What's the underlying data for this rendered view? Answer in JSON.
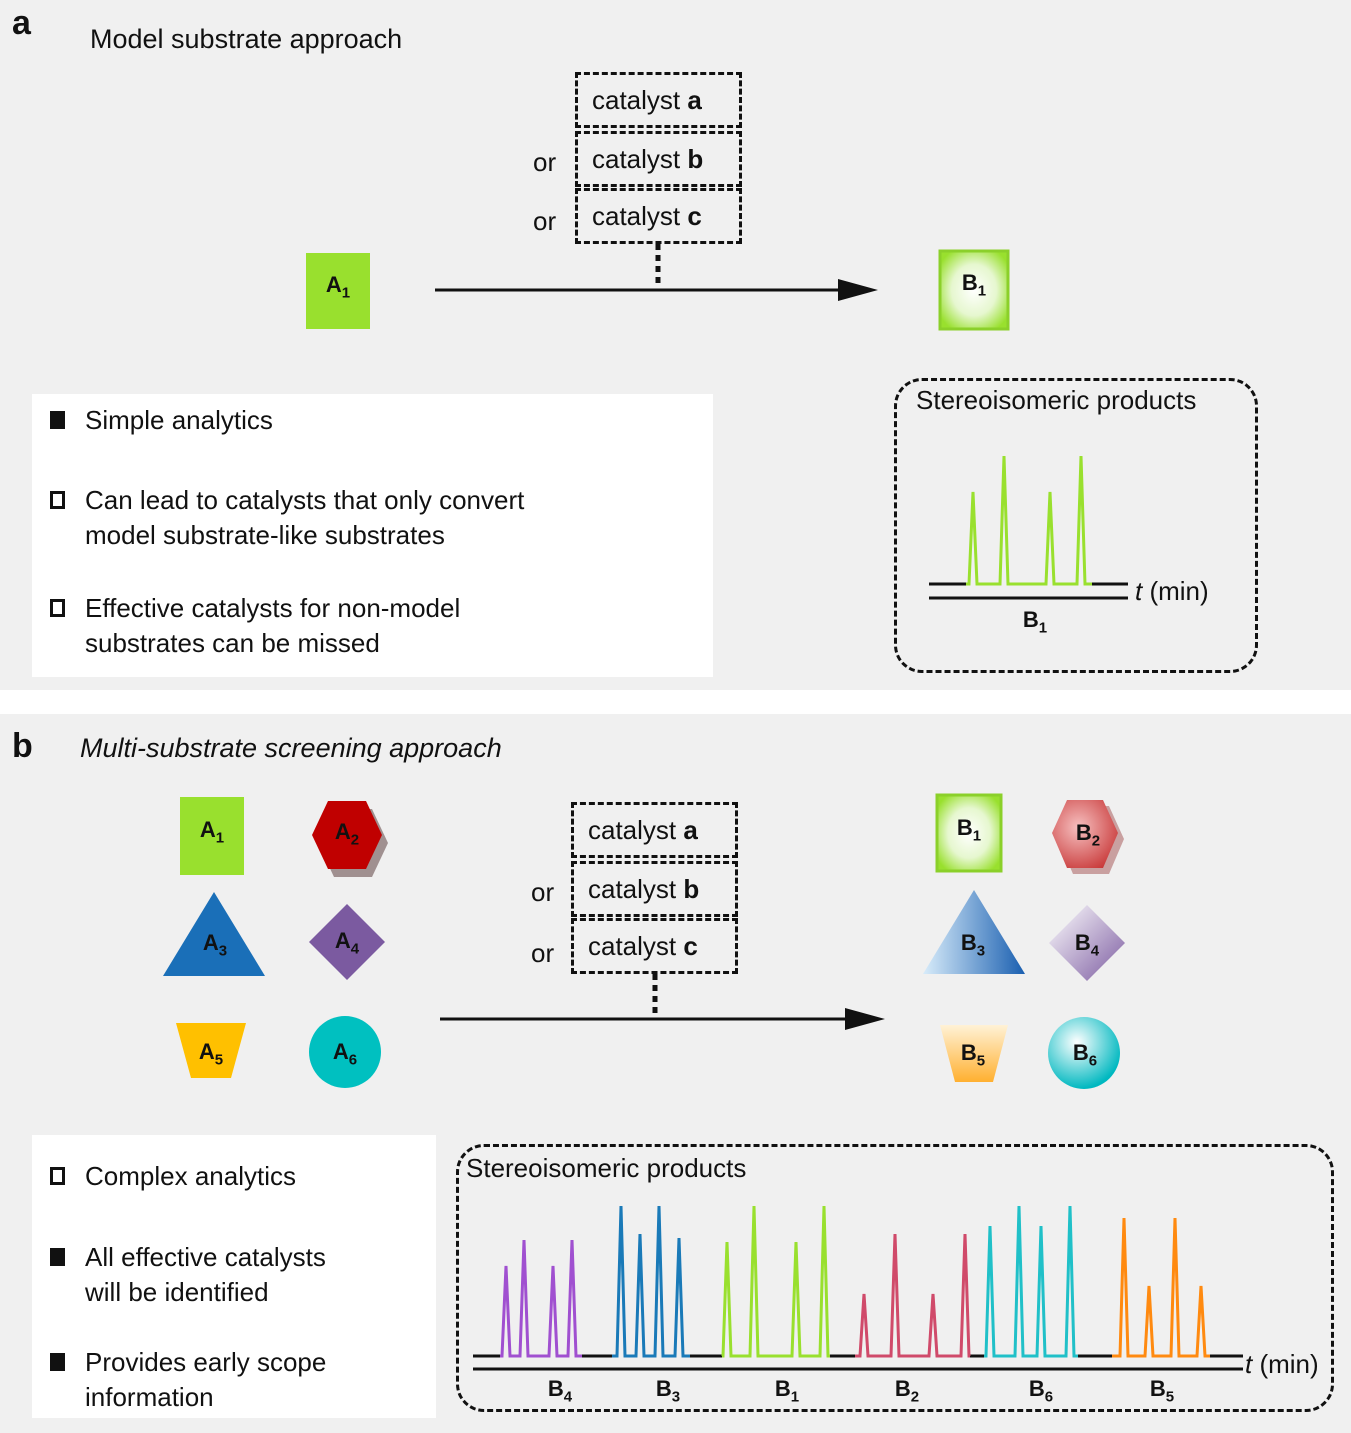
{
  "panel_a": {
    "label": "a",
    "title": "Model substrate approach",
    "catalysts": [
      {
        "prefix": "",
        "text": "catalyst ",
        "letter": "a"
      },
      {
        "prefix": "or",
        "text": "catalyst ",
        "letter": "b"
      },
      {
        "prefix": "or",
        "text": "catalyst ",
        "letter": "c"
      }
    ],
    "substrate": {
      "name": "A",
      "sub": "1",
      "color": "#99e02e"
    },
    "product": {
      "name": "B",
      "sub": "1",
      "color": "#99e02e"
    },
    "bullets": [
      {
        "style": "filled",
        "lines": [
          "Simple analytics"
        ]
      },
      {
        "style": "open",
        "lines": [
          "Can lead to catalysts that only convert",
          "model substrate-like substrates"
        ]
      },
      {
        "style": "open",
        "lines": [
          "Effective catalysts for non-model",
          "substrates can be missed"
        ]
      }
    ],
    "products_box": {
      "title": "Stereoisomeric products",
      "axis_var": "t",
      "axis_unit": " (min)",
      "trace_label": {
        "name": "B",
        "sub": "1"
      },
      "trace_color": "#99e02e"
    }
  },
  "panel_b": {
    "label": "b",
    "title": "Multi-substrate screening approach",
    "catalysts": [
      {
        "prefix": "",
        "text": "catalyst ",
        "letter": "a"
      },
      {
        "prefix": "or",
        "text": "catalyst ",
        "letter": "b"
      },
      {
        "prefix": "or",
        "text": "catalyst ",
        "letter": "c"
      }
    ],
    "substrates": [
      {
        "name": "A",
        "sub": "1",
        "shape": "square",
        "color": "#99e02e"
      },
      {
        "name": "A",
        "sub": "2",
        "shape": "hexagon",
        "color": "#c00000"
      },
      {
        "name": "A",
        "sub": "3",
        "shape": "triangle",
        "color": "#1a6fb8"
      },
      {
        "name": "A",
        "sub": "4",
        "shape": "diamond",
        "color": "#7b5aa0"
      },
      {
        "name": "A",
        "sub": "5",
        "shape": "trapezoid",
        "color": "#ffc000"
      },
      {
        "name": "A",
        "sub": "6",
        "shape": "circle",
        "color": "#00c0c0"
      }
    ],
    "products": [
      {
        "name": "B",
        "sub": "1",
        "shape": "square",
        "color": "#99e02e"
      },
      {
        "name": "B",
        "sub": "2",
        "shape": "hexagon",
        "color": "#d85050"
      },
      {
        "name": "B",
        "sub": "3",
        "shape": "triangle",
        "color": "#2f6fb8"
      },
      {
        "name": "B",
        "sub": "4",
        "shape": "diamond",
        "color": "#8a72b0"
      },
      {
        "name": "B",
        "sub": "5",
        "shape": "trapezoid",
        "color": "#ffc060"
      },
      {
        "name": "B",
        "sub": "6",
        "shape": "circle",
        "color": "#00c8c8"
      }
    ],
    "bullets": [
      {
        "style": "open",
        "lines": [
          "Complex analytics"
        ]
      },
      {
        "style": "filled",
        "lines": [
          "All effective catalysts",
          "will be identified"
        ]
      },
      {
        "style": "filled",
        "lines": [
          "Provides early scope",
          "information"
        ]
      }
    ],
    "products_box": {
      "title": "Stereoisomeric products",
      "axis_var": "t",
      "axis_unit": " (min)",
      "traces": [
        {
          "name": "B",
          "sub": "4",
          "color": "#a050d0"
        },
        {
          "name": "B",
          "sub": "3",
          "color": "#1a7ab8"
        },
        {
          "name": "B",
          "sub": "1",
          "color": "#99e02e"
        },
        {
          "name": "B",
          "sub": "2",
          "color": "#d04a6a"
        },
        {
          "name": "B",
          "sub": "6",
          "color": "#20c0c8"
        },
        {
          "name": "B",
          "sub": "5",
          "color": "#ff8a10"
        }
      ]
    }
  }
}
